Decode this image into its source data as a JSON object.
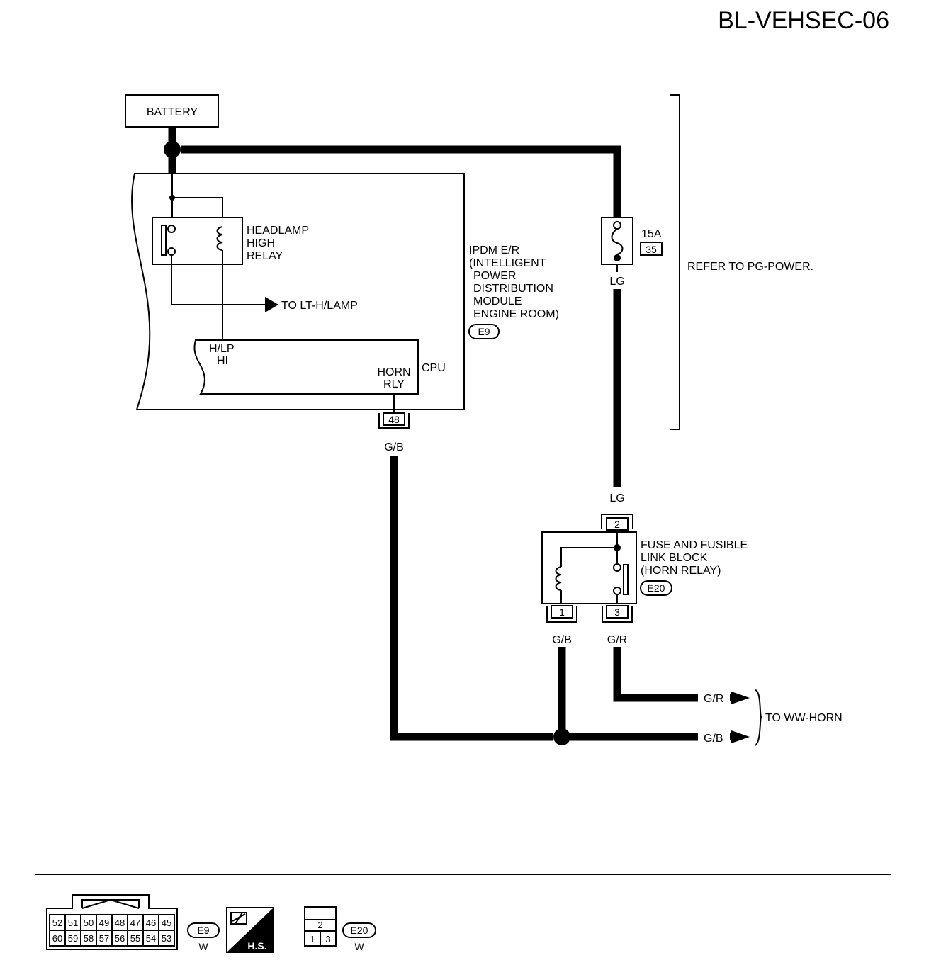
{
  "page_id": "BL-VEHSEC-06",
  "battery": "BATTERY",
  "ipdm": {
    "lines": [
      "IPDM E/R",
      "(INTELLIGENT",
      "POWER",
      "DISTRIBUTION",
      "MODULE",
      "ENGINE ROOM)"
    ],
    "connector": "E9",
    "relay_lines": [
      "HEADLAMP",
      "HIGH",
      "RELAY"
    ],
    "to_lt": "TO LT-H/LAMP",
    "cpu": "CPU",
    "hlp_lines": [
      "H/LP",
      "HI"
    ],
    "horn_lines": [
      "HORN",
      "RLY"
    ],
    "pin": "48",
    "wire": "G/B"
  },
  "fuse": {
    "rating": "15A",
    "number": "35",
    "wire_lower": "LG",
    "wire_upper": "LG"
  },
  "refer": "REFER TO PG-POWER.",
  "fuse_block": {
    "lines": [
      "FUSE AND FUSIBLE",
      "LINK BLOCK",
      "(HORN RELAY)"
    ],
    "connector": "E20",
    "pin_top": "2",
    "pin_left": "1",
    "pin_right": "3",
    "wire_left": "G/B",
    "wire_right": "G/R"
  },
  "outputs": {
    "gr": "G/R",
    "gb": "G/B",
    "to": "TO WW-HORN"
  },
  "legend": {
    "e9_row1": [
      "52",
      "51",
      "50",
      "49",
      "48",
      "47",
      "46",
      "45"
    ],
    "e9_row2": [
      "60",
      "59",
      "58",
      "57",
      "56",
      "55",
      "54",
      "53"
    ],
    "e9_label": "E9",
    "e9_color": "W",
    "hs": "H.S.",
    "e20_top": "2",
    "e20_bottom": [
      "1",
      "3"
    ],
    "e20_label": "E20",
    "e20_color": "W"
  }
}
